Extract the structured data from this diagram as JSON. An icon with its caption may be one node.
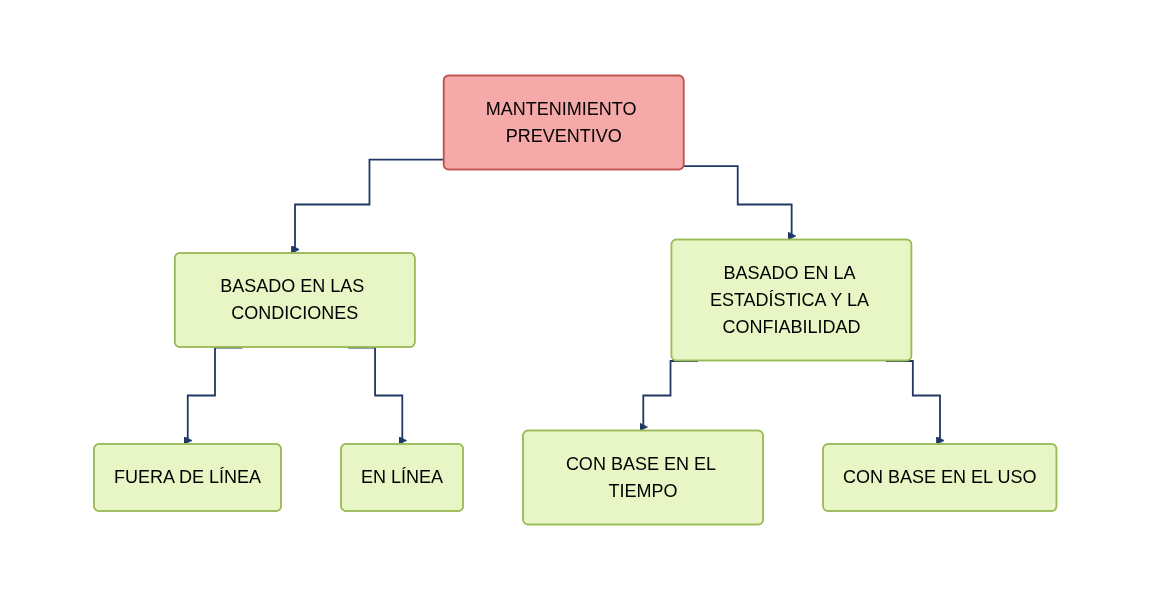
{
  "diagram": {
    "nodes": [
      {
        "text": [
          "MANTENIMIENTO PREVENTIVO"
        ]
      },
      {
        "text": [
          "BASADO EN LAS CONDICIONES"
        ]
      },
      {
        "text": [
          "BASADO EN LA ESTADÍSTICA Y LA CONFIABILIDAD"
        ]
      },
      {
        "text": [
          "FUERA DE LÍNEA"
        ]
      },
      {
        "text": [
          "EN LÍNEA"
        ]
      },
      {
        "text": [
          "CON BASE EN EL TIEMPO"
        ]
      },
      {
        "text": [
          "CON BASE EN EL USO"
        ]
      }
    ],
    "edges": [
      {
        "from": 0,
        "to": 1,
        "arrow": "to"
      },
      {
        "from": 0,
        "to": 2,
        "arrow": "to"
      },
      {
        "from": 1,
        "to": 3,
        "arrow": "to"
      },
      {
        "from": 1,
        "to": 4,
        "arrow": "to"
      },
      {
        "from": 2,
        "to": 5,
        "arrow": "to"
      },
      {
        "from": 2,
        "to": 6,
        "arrow": "to"
      }
    ]
  }
}
